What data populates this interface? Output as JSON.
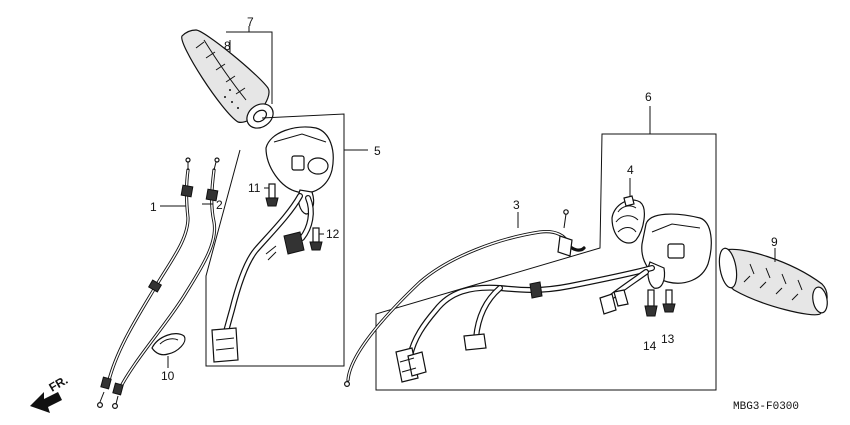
{
  "diagram": {
    "code": "MBG3-F0300",
    "direction_label": "FR.",
    "labels": [
      "1",
      "2",
      "3",
      "4",
      "5",
      "6",
      "7",
      "8",
      "9",
      "10",
      "11",
      "12",
      "13",
      "14"
    ]
  },
  "colors": {
    "ink": "#111111",
    "background": "#ffffff",
    "grip_fill": "#e6e6e6"
  }
}
